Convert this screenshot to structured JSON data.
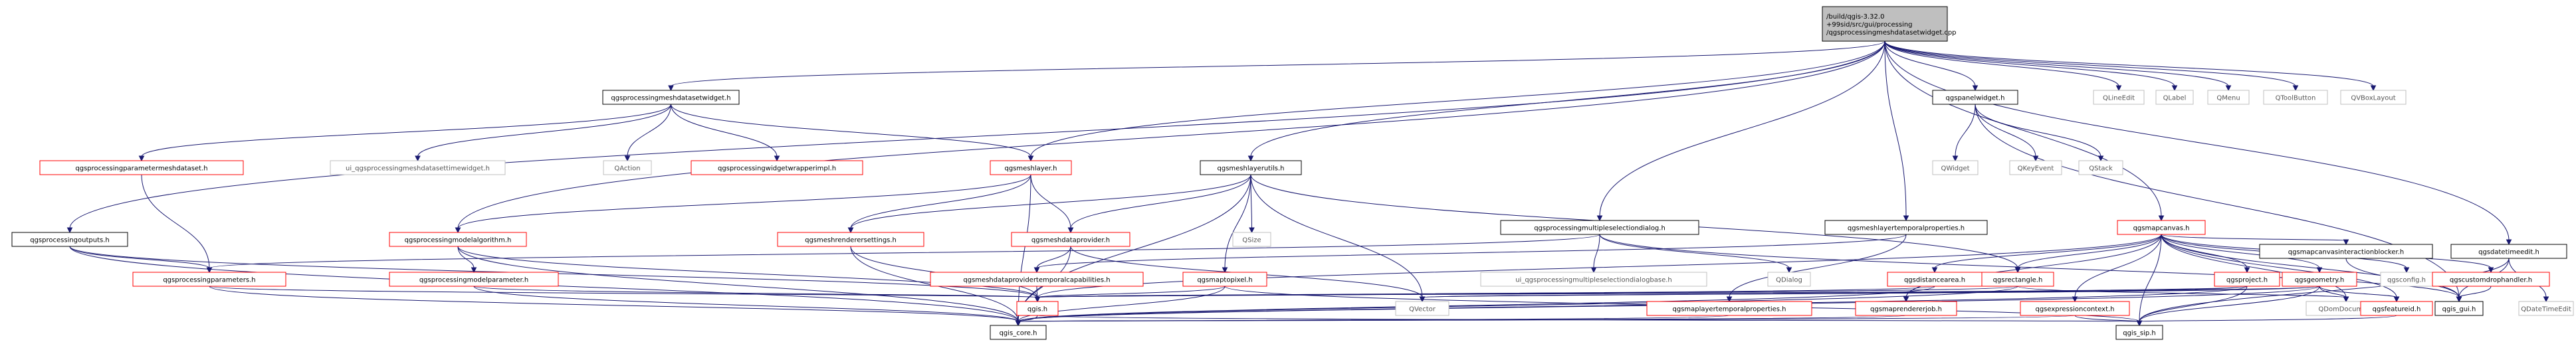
{
  "diagram": {
    "nodes": [
      {
        "id": "root",
        "label": "/build/qgis-3.32.0\n+99sid/src/gui/processing\n/qgsprocessingmeshdatasetwidget.cpp",
        "style": "root"
      },
      {
        "id": "qgsprocessingmeshdatasetwidget_h",
        "label": "qgsprocessingmeshdatasetwidget.h",
        "style": "normal"
      },
      {
        "id": "qgsprocessingparametermeshdataset_h",
        "label": "qgsprocessingparametermeshdataset.h",
        "style": "red"
      },
      {
        "id": "ui_dataset",
        "label": "ui_qgsprocessingmeshdatasettimewidget.h",
        "style": "grey"
      },
      {
        "id": "QAction",
        "label": "QAction",
        "style": "grey"
      },
      {
        "id": "qgsprocessingwidgetwrapperimpl_h",
        "label": "qgsprocessingwidgetwrapperimpl.h",
        "style": "red"
      },
      {
        "id": "qgsmeshlayer_h",
        "label": "qgsmeshlayer.h",
        "style": "red"
      },
      {
        "id": "qgsmeshlayerutils_h",
        "label": "qgsmeshlayerutils.h",
        "style": "normal"
      },
      {
        "id": "qgsprocessingoutputs_h",
        "label": "qgsprocessingoutputs.h",
        "style": "normal"
      },
      {
        "id": "qgsprocessingparameters_h",
        "label": "qgsprocessingparameters.h",
        "style": "red"
      },
      {
        "id": "qgsprocessingmodelalgorithm_h",
        "label": "qgsprocessingmodelalgorithm.h",
        "style": "red"
      },
      {
        "id": "qgsprocessingmodelparameter_h",
        "label": "qgsprocessingmodelparameter.h",
        "style": "red"
      },
      {
        "id": "qgsmeshrenderersettings_h",
        "label": "qgsmeshrenderersettings.h",
        "style": "red"
      },
      {
        "id": "qgsmeshdataprovider_h",
        "label": "qgsmeshdataprovider.h",
        "style": "red"
      },
      {
        "id": "qgsmeshdataprovidertemporalcapabilities_h",
        "label": "qgsmeshdataprovidertemporalcapabilities.h",
        "style": "red"
      },
      {
        "id": "qgsmaptopixel_h",
        "label": "qgsmaptopixel.h",
        "style": "red"
      },
      {
        "id": "QSize",
        "label": "QSize",
        "style": "grey"
      },
      {
        "id": "qgsprocessingmultipleselectiondialog_h",
        "label": "qgsprocessingmultipleselectiondialog.h",
        "style": "normal"
      },
      {
        "id": "ui_multi",
        "label": "ui_qgsprocessingmultipleselectiondialogbase.h",
        "style": "grey"
      },
      {
        "id": "QDialog",
        "label": "QDialog",
        "style": "grey"
      },
      {
        "id": "qgsmeshlayertemporalproperties_h",
        "label": "qgsmeshlayertemporalproperties.h",
        "style": "normal"
      },
      {
        "id": "qgspanelwidget_h",
        "label": "qgspanelwidget.h",
        "style": "normal"
      },
      {
        "id": "QWidget",
        "label": "QWidget",
        "style": "grey"
      },
      {
        "id": "QKeyEvent",
        "label": "QKeyEvent",
        "style": "grey"
      },
      {
        "id": "QStack",
        "label": "QStack",
        "style": "grey"
      },
      {
        "id": "QLineEdit",
        "label": "QLineEdit",
        "style": "grey"
      },
      {
        "id": "QLabel",
        "label": "QLabel",
        "style": "grey"
      },
      {
        "id": "QMenu",
        "label": "QMenu",
        "style": "grey"
      },
      {
        "id": "QToolButton",
        "label": "QToolButton",
        "style": "grey"
      },
      {
        "id": "QVBoxLayout",
        "label": "QVBoxLayout",
        "style": "grey"
      },
      {
        "id": "qgsmapcanvas_h",
        "label": "qgsmapcanvas.h",
        "style": "red"
      },
      {
        "id": "qgsdistancearea_h",
        "label": "qgsdistancearea.h",
        "style": "red"
      },
      {
        "id": "qgsrectangle_h",
        "label": "qgsrectangle.h",
        "style": "red"
      },
      {
        "id": "qgsproject_h",
        "label": "qgsproject.h",
        "style": "red"
      },
      {
        "id": "qgsgeometry_h",
        "label": "qgsgeometry.h",
        "style": "red"
      },
      {
        "id": "qgsconfig_h",
        "label": "qgsconfig.h",
        "style": "grey"
      },
      {
        "id": "qgscustomdrophandler_h",
        "label": "qgscustomdrophandler.h",
        "style": "red"
      },
      {
        "id": "qgsmapcanvasinteractionblocker_h",
        "label": "qgsmapcanvasinteractionblocker.h",
        "style": "normal"
      },
      {
        "id": "qgsdatetimeedit_h",
        "label": "qgsdatetimeedit.h",
        "style": "normal"
      },
      {
        "id": "qgis_h",
        "label": "qgis.h",
        "style": "red"
      },
      {
        "id": "QVector",
        "label": "QVector",
        "style": "grey"
      },
      {
        "id": "QDomDocument",
        "label": "QDomDocument",
        "style": "grey"
      },
      {
        "id": "qgsmaplayertemporalproperties_h",
        "label": "qgsmaplayertemporalproperties.h",
        "style": "red"
      },
      {
        "id": "qgsmaprendererjob_h",
        "label": "qgsmaprendererjob.h",
        "style": "red"
      },
      {
        "id": "qgsexpressioncontext_h",
        "label": "qgsexpressioncontext.h",
        "style": "red"
      },
      {
        "id": "qgsfeatureid_h",
        "label": "qgsfeatureid.h",
        "style": "red"
      },
      {
        "id": "qgis_gui_h",
        "label": "qgis_gui.h",
        "style": "normal"
      },
      {
        "id": "QDateTimeEdit",
        "label": "QDateTimeEdit",
        "style": "grey"
      },
      {
        "id": "qgis_core_h",
        "label": "qgis_core.h",
        "style": "normal"
      },
      {
        "id": "qgis_sip_h",
        "label": "qgis_sip.h",
        "style": "normal"
      }
    ],
    "edges": [
      [
        "root",
        "qgsprocessingmeshdatasetwidget_h"
      ],
      [
        "root",
        "qgsmeshlayer_h"
      ],
      [
        "root",
        "qgsmeshlayerutils_h"
      ],
      [
        "root",
        "qgsprocessingoutputs_h"
      ],
      [
        "root",
        "qgsprocessingmodelalgorithm_h"
      ],
      [
        "root",
        "qgsprocessingmultipleselectiondialog_h"
      ],
      [
        "root",
        "qgsmeshlayertemporalproperties_h"
      ],
      [
        "root",
        "qgspanelwidget_h"
      ],
      [
        "root",
        "QLineEdit"
      ],
      [
        "root",
        "QLabel"
      ],
      [
        "root",
        "QMenu"
      ],
      [
        "root",
        "QToolButton"
      ],
      [
        "root",
        "QVBoxLayout"
      ],
      [
        "root",
        "qgsmapcanvas_h"
      ],
      [
        "root",
        "qgsdatetimeedit_h"
      ],
      [
        "qgsprocessingmeshdatasetwidget_h",
        "qgsprocessingparametermeshdataset_h"
      ],
      [
        "qgsprocessingmeshdatasetwidget_h",
        "ui_dataset"
      ],
      [
        "qgsprocessingmeshdatasetwidget_h",
        "QAction"
      ],
      [
        "qgsprocessingmeshdatasetwidget_h",
        "qgsprocessingwidgetwrapperimpl_h"
      ],
      [
        "qgsprocessingmeshdatasetwidget_h",
        "qgsmeshlayer_h"
      ],
      [
        "qgsprocessingparametermeshdataset_h",
        "qgsprocessingparameters_h"
      ],
      [
        "qgsmeshlayer_h",
        "qgsprocessingmodelalgorithm_h"
      ],
      [
        "qgsmeshlayer_h",
        "qgsmeshrenderersettings_h"
      ],
      [
        "qgsmeshlayer_h",
        "qgsmeshdataprovider_h"
      ],
      [
        "qgsmeshlayer_h",
        "qgis_core_h"
      ],
      [
        "qgsmeshlayerutils_h",
        "qgsmeshrenderersettings_h"
      ],
      [
        "qgsmeshlayerutils_h",
        "qgsmeshdataprovider_h"
      ],
      [
        "qgsmeshlayerutils_h",
        "qgsmaptopixel_h"
      ],
      [
        "qgsmeshlayerutils_h",
        "QSize"
      ],
      [
        "qgsmeshlayerutils_h",
        "qgsrectangle_h"
      ],
      [
        "qgsmeshlayerutils_h",
        "QVector"
      ],
      [
        "qgsmeshlayerutils_h",
        "qgis_core_h"
      ],
      [
        "qgsprocessingoutputs_h",
        "qgsprocessingparameters_h"
      ],
      [
        "qgsprocessingoutputs_h",
        "qgis_h"
      ],
      [
        "qgsprocessingoutputs_h",
        "qgis_core_h"
      ],
      [
        "qgsprocessingmodelalgorithm_h",
        "qgsprocessingmodelparameter_h"
      ],
      [
        "qgsprocessingmodelalgorithm_h",
        "qgis_h"
      ],
      [
        "qgsprocessingmodelalgorithm_h",
        "qgis_core_h"
      ],
      [
        "qgsprocessingparameters_h",
        "qgis_h"
      ],
      [
        "qgsprocessingparameters_h",
        "qgis_core_h"
      ],
      [
        "qgsprocessingmodelparameter_h",
        "qgis_h"
      ],
      [
        "qgsprocessingmodelparameter_h",
        "qgis_core_h"
      ],
      [
        "qgsmeshrenderersettings_h",
        "qgis_h"
      ],
      [
        "qgsmeshrenderersettings_h",
        "qgis_core_h"
      ],
      [
        "qgsmeshdataprovider_h",
        "qgsmeshdataprovidertemporalcapabilities_h"
      ],
      [
        "qgsmeshdataprovider_h",
        "QVector"
      ],
      [
        "qgsmeshdataprovider_h",
        "qgis_core_h"
      ],
      [
        "qgsmeshdataprovidertemporalcapabilities_h",
        "qgis_h"
      ],
      [
        "qgsmaptopixel_h",
        "qgis_h"
      ],
      [
        "qgsmaptopixel_h",
        "qgis_core_h"
      ],
      [
        "qgsmaptopixel_h",
        "qgis_sip_h"
      ],
      [
        "qgsprocessingmultipleselectiondialog_h",
        "ui_multi"
      ],
      [
        "qgsprocessingmultipleselectiondialog_h",
        "QDialog"
      ],
      [
        "qgsprocessingmultipleselectiondialog_h",
        "qgsprocessingparameters_h"
      ],
      [
        "qgsprocessingmultipleselectiondialog_h",
        "qgis_gui_h"
      ],
      [
        "qgsmeshlayertemporalproperties_h",
        "qgsmaplayertemporalproperties_h"
      ],
      [
        "qgsmeshlayertemporalproperties_h",
        "qgsmeshdataprovidertemporalcapabilities_h"
      ],
      [
        "qgspanelwidget_h",
        "QWidget"
      ],
      [
        "qgspanelwidget_h",
        "QKeyEvent"
      ],
      [
        "qgspanelwidget_h",
        "QStack"
      ],
      [
        "qgspanelwidget_h",
        "qgis_gui_h"
      ],
      [
        "qgsmapcanvas_h",
        "qgsdistancearea_h"
      ],
      [
        "qgsmapcanvas_h",
        "qgsrectangle_h"
      ],
      [
        "qgsmapcanvas_h",
        "qgsproject_h"
      ],
      [
        "qgsmapcanvas_h",
        "qgsgeometry_h"
      ],
      [
        "qgsmapcanvas_h",
        "qgsconfig_h"
      ],
      [
        "qgsmapcanvas_h",
        "qgscustomdrophandler_h"
      ],
      [
        "qgsmapcanvas_h",
        "qgsmapcanvasinteractionblocker_h"
      ],
      [
        "qgsmapcanvas_h",
        "qgis_h"
      ],
      [
        "qgsmapcanvas_h",
        "QDomDocument"
      ],
      [
        "qgsmapcanvas_h",
        "qgsmaprendererjob_h"
      ],
      [
        "qgsmapcanvas_h",
        "qgsexpressioncontext_h"
      ],
      [
        "qgsmapcanvas_h",
        "qgsfeatureid_h"
      ],
      [
        "qgsmapcanvas_h",
        "qgis_gui_h"
      ],
      [
        "qgsmapcanvas_h",
        "qgis_sip_h"
      ],
      [
        "qgsdistancearea_h",
        "qgis_h"
      ],
      [
        "qgsdistancearea_h",
        "qgis_core_h"
      ],
      [
        "qgsrectangle_h",
        "qgis_h"
      ],
      [
        "qgsrectangle_h",
        "qgis_core_h"
      ],
      [
        "qgsrectangle_h",
        "QDomDocument"
      ],
      [
        "qgsproject_h",
        "qgis_h"
      ],
      [
        "qgsproject_h",
        "QVector"
      ],
      [
        "qgsproject_h",
        "qgis_core_h"
      ],
      [
        "qgsproject_h",
        "qgis_sip_h"
      ],
      [
        "qgsgeometry_h",
        "QDomDocument"
      ],
      [
        "qgsgeometry_h",
        "qgis_h"
      ],
      [
        "qgsgeometry_h",
        "QVector"
      ],
      [
        "qgsgeometry_h",
        "qgsfeatureid_h"
      ],
      [
        "qgsgeometry_h",
        "qgis_core_h"
      ],
      [
        "qgsgeometry_h",
        "qgis_sip_h"
      ],
      [
        "qgscustomdrophandler_h",
        "qgis_gui_h"
      ],
      [
        "qgsmapcanvasinteractionblocker_h",
        "qgis_gui_h"
      ],
      [
        "qgsdatetimeedit_h",
        "QDateTimeEdit"
      ],
      [
        "qgsdatetimeedit_h",
        "qgis_gui_h"
      ],
      [
        "qgsdatetimeedit_h",
        "qgis_sip_h"
      ],
      [
        "qgis_h",
        "qgis_core_h"
      ],
      [
        "qgis_h",
        "qgis_sip_h"
      ],
      [
        "qgsmaplayertemporalproperties_h",
        "qgis_core_h"
      ],
      [
        "qgsmaprendererjob_h",
        "qgis_core_h"
      ],
      [
        "qgsexpressioncontext_h",
        "qgis_core_h"
      ],
      [
        "qgsexpressioncontext_h",
        "qgis_sip_h"
      ],
      [
        "qgsfeatureid_h",
        "qgis_sip_h"
      ]
    ]
  }
}
